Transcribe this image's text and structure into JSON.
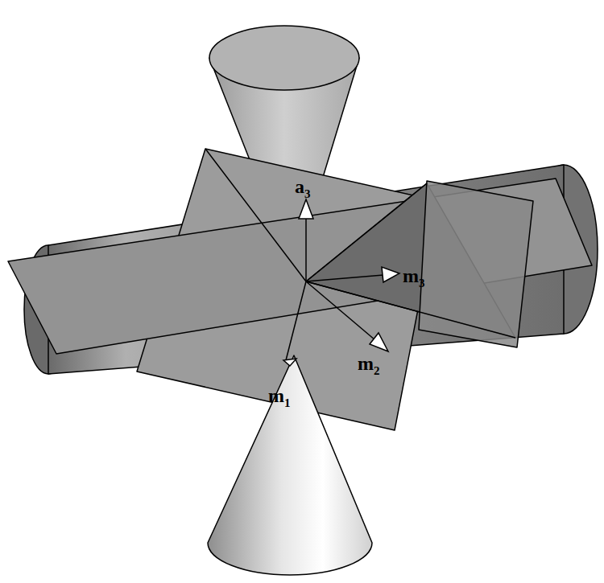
{
  "diagram": {
    "labels": [
      "a3",
      "m3",
      "m2",
      "m1"
    ]
  }
}
